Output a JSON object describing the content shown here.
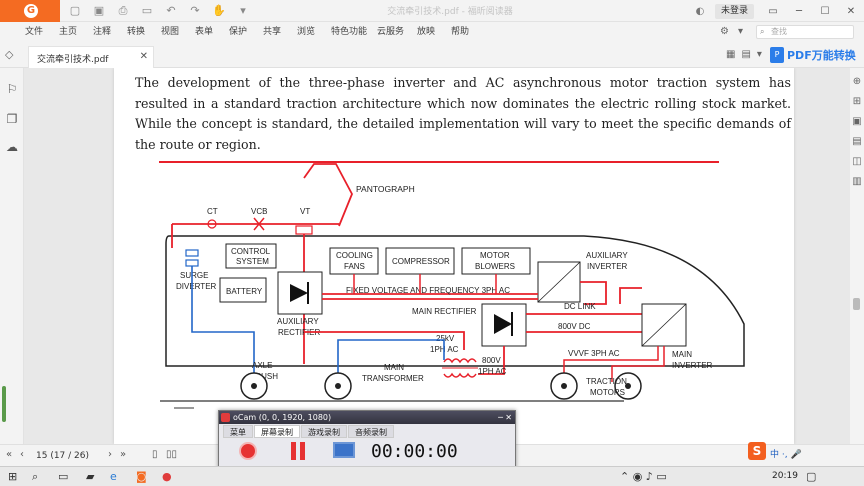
{
  "titlebar": {
    "title": "交流牵引技术.pdf - 福昕阅读器",
    "login": "未登录"
  },
  "menu": [
    "文件",
    "主页",
    "注释",
    "转换",
    "视图",
    "表单",
    "保护",
    "共享",
    "浏览",
    "特色功能",
    "云服务",
    "放映",
    "帮助"
  ],
  "search": {
    "placeholder": "查找"
  },
  "tab": {
    "label": "交流牵引技术.pdf"
  },
  "pdf_convert": {
    "label": "PDF万能转换"
  },
  "document": {
    "paragraph": "The development of the three-phase inverter and AC asynchronous motor traction system has resulted in a standard traction architecture which now dominates the electric rolling stock market.  While the concept is standard, the detailed implementation will vary to meet the specific demands of the route or region."
  },
  "diagram_labels": {
    "pantograph": "PANTOGRAPH",
    "ct": "CT",
    "vcb": "VCB",
    "vt": "VT",
    "control_1": "CONTROL",
    "control_2": "SYSTEM",
    "cooling_1": "COOLING",
    "cooling_2": "FANS",
    "compressor": "COMPRESSOR",
    "motor_1": "MOTOR",
    "motor_2": "BLOWERS",
    "aux_inv_1": "AUXILIARY",
    "aux_inv_2": "INVERTER",
    "surge_1": "SURGE",
    "surge_2": "DIVERTER",
    "battery": "BATTERY",
    "fixed_voltage": "FIXED VOLTAGE AND FREQUENCY 3PH AC",
    "aux_rect_1": "AUXILIARY",
    "aux_rect_2": "RECTIFIER",
    "main_rect": "MAIN RECTIFIER",
    "dc_link_1": "DC LINK",
    "dc_link_2": "800V DC",
    "kv_1": "25kV",
    "kv_2": "1PH AC",
    "vvvf": "VVVF 3PH AC",
    "axle_1": "AXLE",
    "axle_2": "BRUSH",
    "main_tr_1": "MAIN",
    "main_tr_2": "TRANSFORMER",
    "v800_1": "800V",
    "v800_2": "1PH AC",
    "main_inv_1": "MAIN",
    "main_inv_2": "INVERTER",
    "traction_1": "TRACTION",
    "traction_2": "MOTORS"
  },
  "status": {
    "page_indicator": "15 (17 / 26)"
  },
  "ocam": {
    "title": "oCam (0, 0, 1920, 1080)",
    "tabs": [
      "菜单",
      "屏幕录制",
      "游戏录制",
      "音频录制"
    ],
    "timer": "00:00:00"
  },
  "taskbar": {
    "time": "20:19",
    "ime": "中 ·, 🎤"
  },
  "colors": {
    "accent": "#f46b22",
    "brand_blue": "#2b7de9",
    "wire_red": "#e8202a",
    "wire_blue": "#2266c8"
  }
}
